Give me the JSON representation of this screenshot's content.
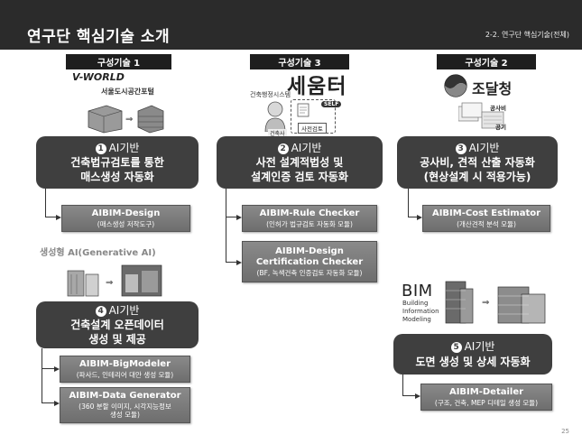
{
  "header": {
    "title": "연구단 핵심기술 소개",
    "section": "2-2. 연구단 핵심기술(전체)"
  },
  "tags": {
    "t1": "구성기술 1",
    "t3": "구성기술 3",
    "t2": "구성기술 2"
  },
  "vworld": {
    "logo": "V-WORLD",
    "portal": "서울도시공간포털"
  },
  "seumteo": {
    "logo": "세움터",
    "caption": "건축행정시스템",
    "person": "건축사",
    "self": "SELF",
    "review": "사전검토"
  },
  "pps": {
    "name": "조달청",
    "doc1": "공사비",
    "doc2": "공기"
  },
  "generative": {
    "label": "생성형 AI(Generative AI)"
  },
  "bim": {
    "title": "BIM",
    "l1": "Building",
    "l2": "Information",
    "l3": "Modeling"
  },
  "cards": {
    "c1": {
      "num": "1",
      "line1": "AI기반",
      "line2": "건축법규검토를 통한",
      "line3": "매스생성 자동화"
    },
    "c2": {
      "num": "2",
      "line1": "AI기반",
      "line2": "사전 설계적법성 및",
      "line3": "설계인증 검토 자동화"
    },
    "c3": {
      "num": "3",
      "line1": "AI기반",
      "line2": "공사비, 견적 산출 자동화",
      "line3": "(현상설계 시 적용가능)"
    },
    "c4": {
      "num": "4",
      "line1": "AI기반",
      "line2": "건축설계 오픈데이터",
      "line3": "생성 및 제공"
    },
    "c5": {
      "num": "5",
      "line1": "AI기반",
      "line2": "도면 생성 및 상세 자동화"
    }
  },
  "modules": {
    "design": {
      "name": "AIBIM-Design",
      "desc": "(매스생성 저작도구)"
    },
    "rule": {
      "name": "AIBIM-Rule Checker",
      "desc": "(인허가 법규검토 자동화 모듈)"
    },
    "cert": {
      "name1": "AIBIM-Design",
      "name2": "Certification Checker",
      "desc": "(BF, 녹색건축 인증검토 자동화 모듈)"
    },
    "cost": {
      "name": "AIBIM-Cost Estimator",
      "desc": "(개산견적 분석 모듈)"
    },
    "big": {
      "name": "AIBIM-BigModeler",
      "desc": "(파사드, 인테리어 대안 생성 모듈)"
    },
    "datagen": {
      "name": "AIBIM-Data Generator",
      "desc1": "(360 분할 이미지, 시각지능정보",
      "desc2": "생성 모듈)"
    },
    "detailer": {
      "name": "AIBIM-Detailer",
      "desc": "(구조, 건축, MEP 디테일 생성 모듈)"
    }
  },
  "page_number": "25",
  "colors": {
    "header_bg": "#2b2b2b",
    "card_bg": "#3f3f3f",
    "module_bg": "#7a7a7a"
  }
}
